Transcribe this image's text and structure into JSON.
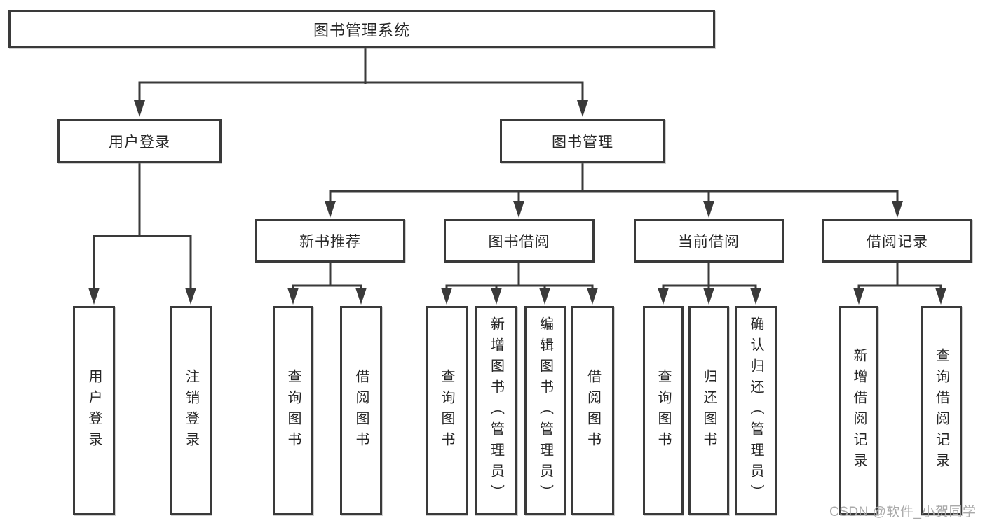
{
  "diagram_title": "图书管理系统",
  "nodes": {
    "root": {
      "label": "图书管理系统"
    },
    "user_login": {
      "label": "用户登录"
    },
    "book_mgmt": {
      "label": "图书管理"
    },
    "new_book_rec": {
      "label": "新书推荐"
    },
    "book_borrow": {
      "label": "图书借阅"
    },
    "current_borrow": {
      "label": "当前借阅"
    },
    "borrow_record": {
      "label": "借阅记录"
    },
    "ul_user_login": {
      "label": "用户登录"
    },
    "ul_logout": {
      "label": "注销登录"
    },
    "nb_query_book": {
      "label": "查询图书"
    },
    "nb_borrow_book": {
      "label": "借阅图书"
    },
    "bb_query_book": {
      "label": "查询图书"
    },
    "bb_add_book": {
      "label": "新增图书（管理员）"
    },
    "bb_edit_book": {
      "label": "编辑图书（管理员）"
    },
    "bb_borrow_book": {
      "label": "借阅图书"
    },
    "cb_query_book": {
      "label": "查询图书"
    },
    "cb_return_book": {
      "label": "归还图书"
    },
    "cb_confirm_return": {
      "label": "确认归还（管理员）"
    },
    "br_add_record": {
      "label": "新增借阅记录"
    },
    "br_query_record": {
      "label": "查询借阅记录"
    }
  },
  "watermark": {
    "text": "CSDN @软件_小贺同学"
  },
  "colors": {
    "line": "#3a3a3a",
    "text": "#262626",
    "background": "#ffffff",
    "watermark": "#a9a9a9"
  }
}
